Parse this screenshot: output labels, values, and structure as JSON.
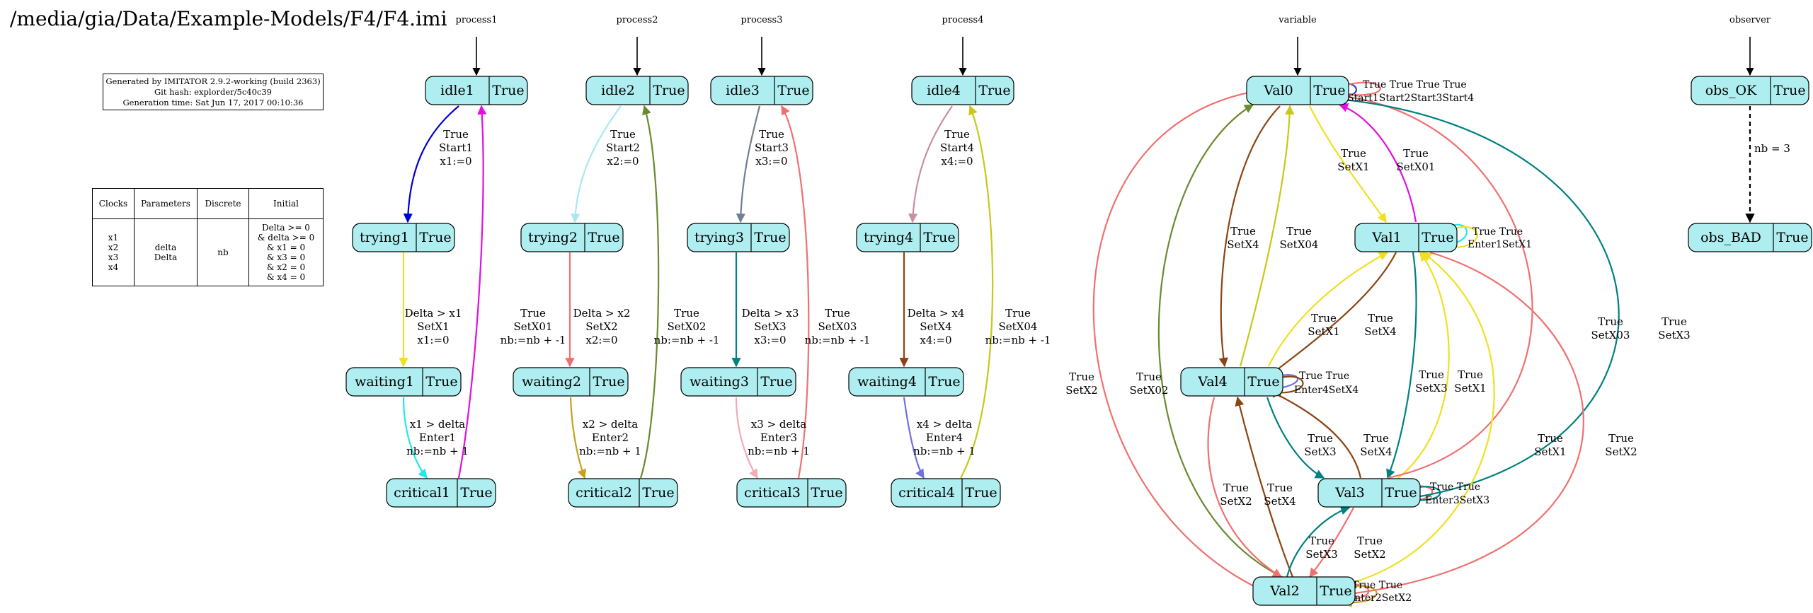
{
  "header": {
    "title": "/media/gia/Data/Example-Models/F4/F4.imi"
  },
  "generator_info": {
    "line1": "Generated by IMITATOR 2.9.2-working (build 2363)",
    "line2": "Git hash: explorder/5c40c39",
    "line3": "Generation time: Sat Jun 17, 2017 00:10:36"
  },
  "variables_table": {
    "headers": [
      "Clocks",
      "Parameters",
      "Discrete",
      "Initial"
    ],
    "clocks": [
      "x1",
      "x2",
      "x3",
      "x4"
    ],
    "parameters": [
      "delta",
      "Delta"
    ],
    "discrete": [
      "nb"
    ],
    "initial": [
      "Delta >= 0",
      "& delta >= 0",
      "& x1 = 0",
      "& x3 = 0",
      "& x2 = 0",
      "& x4 = 0"
    ]
  },
  "automata": [
    {
      "name": "process1"
    },
    {
      "name": "process2"
    },
    {
      "name": "process3"
    },
    {
      "name": "process4"
    },
    {
      "name": "variable"
    },
    {
      "name": "observer"
    }
  ],
  "nodes": [
    {
      "id": "idle1",
      "label": "idle1",
      "invariant": "True"
    },
    {
      "id": "trying1",
      "label": "trying1",
      "invariant": "True"
    },
    {
      "id": "waiting1",
      "label": "waiting1",
      "invariant": "True"
    },
    {
      "id": "critical1",
      "label": "critical1",
      "invariant": "True"
    },
    {
      "id": "idle2",
      "label": "idle2",
      "invariant": "True"
    },
    {
      "id": "trying2",
      "label": "trying2",
      "invariant": "True"
    },
    {
      "id": "waiting2",
      "label": "waiting2",
      "invariant": "True"
    },
    {
      "id": "critical2",
      "label": "critical2",
      "invariant": "True"
    },
    {
      "id": "idle3",
      "label": "idle3",
      "invariant": "True"
    },
    {
      "id": "trying3",
      "label": "trying3",
      "invariant": "True"
    },
    {
      "id": "waiting3",
      "label": "waiting3",
      "invariant": "True"
    },
    {
      "id": "critical3",
      "label": "critical3",
      "invariant": "True"
    },
    {
      "id": "idle4",
      "label": "idle4",
      "invariant": "True"
    },
    {
      "id": "trying4",
      "label": "trying4",
      "invariant": "True"
    },
    {
      "id": "waiting4",
      "label": "waiting4",
      "invariant": "True"
    },
    {
      "id": "critical4",
      "label": "critical4",
      "invariant": "True"
    },
    {
      "id": "Val0",
      "label": "Val0",
      "invariant": "True"
    },
    {
      "id": "Val1",
      "label": "Val1",
      "invariant": "True"
    },
    {
      "id": "Val4",
      "label": "Val4",
      "invariant": "True"
    },
    {
      "id": "Val3",
      "label": "Val3",
      "invariant": "True"
    },
    {
      "id": "Val2",
      "label": "Val2",
      "invariant": "True"
    },
    {
      "id": "obs_OK",
      "label": "obs_OK",
      "invariant": "True"
    },
    {
      "id": "obs_BAD",
      "label": "obs_BAD",
      "invariant": "True"
    }
  ],
  "edge_labels": [
    {
      "id": "p1_start",
      "lines": [
        "True",
        "Start1",
        "x1:=0"
      ]
    },
    {
      "id": "p1_setx",
      "lines": [
        "Delta > x1",
        "SetX1",
        "x1:=0"
      ]
    },
    {
      "id": "p1_enter",
      "lines": [
        "x1 > delta",
        "Enter1",
        "nb:=nb + 1"
      ]
    },
    {
      "id": "p2_start",
      "lines": [
        "True",
        "Start2",
        "x2:=0"
      ]
    },
    {
      "id": "p2_setx0",
      "lines": [
        "True",
        "SetX01",
        "nb:=nb + -1"
      ]
    },
    {
      "id": "p2_setx",
      "lines": [
        "Delta > x2",
        "SetX2",
        "x2:=0"
      ]
    },
    {
      "id": "p2_setx02",
      "lines": [
        "True",
        "SetX02",
        "nb:=nb + -1"
      ]
    },
    {
      "id": "p2_enter",
      "lines": [
        "x2 > delta",
        "Enter2",
        "nb:=nb + 1"
      ]
    },
    {
      "id": "p3_start",
      "lines": [
        "True",
        "Start3",
        "x3:=0"
      ]
    },
    {
      "id": "p3_setx",
      "lines": [
        "Delta > x3",
        "SetX3",
        "x3:=0"
      ]
    },
    {
      "id": "p3_setx03",
      "lines": [
        "True",
        "SetX03",
        "nb:=nb + -1"
      ]
    },
    {
      "id": "p3_enter",
      "lines": [
        "x3 > delta",
        "Enter3",
        "nb:=nb + 1"
      ]
    },
    {
      "id": "p4_start",
      "lines": [
        "True",
        "Start4",
        "x4:=0"
      ]
    },
    {
      "id": "p4_setx",
      "lines": [
        "Delta > x4",
        "SetX4",
        "x4:=0"
      ]
    },
    {
      "id": "p4_setx04",
      "lines": [
        "True",
        "SetX04",
        "nb:=nb + -1"
      ]
    },
    {
      "id": "p4_enter",
      "lines": [
        "x4 > delta",
        "Enter4",
        "nb:=nb + 1"
      ]
    },
    {
      "id": "v0_loop_true",
      "lines": [
        "True",
        "True",
        "True",
        "True"
      ]
    },
    {
      "id": "v0_loop_starts",
      "lines": [
        "Start1",
        "Start2",
        "Start3",
        "Start4"
      ]
    },
    {
      "id": "v0_v1",
      "lines": [
        "True",
        "SetX1"
      ]
    },
    {
      "id": "v1_v0",
      "lines": [
        "True",
        "SetX01"
      ]
    },
    {
      "id": "v1_loop",
      "lines": [
        "True",
        "True",
        "Enter1",
        "SetX1"
      ]
    },
    {
      "id": "v0_v4",
      "lines": [
        "True",
        "SetX4"
      ]
    },
    {
      "id": "v4_v0",
      "lines": [
        "True",
        "SetX04"
      ]
    },
    {
      "id": "v4_v1",
      "lines": [
        "True",
        "SetX1"
      ]
    },
    {
      "id": "v1_v4",
      "lines": [
        "True",
        "SetX4"
      ]
    },
    {
      "id": "v4_loop",
      "lines": [
        "True",
        "True",
        "Enter4",
        "SetX4"
      ]
    },
    {
      "id": "v1_v3",
      "lines": [
        "True",
        "SetX3"
      ]
    },
    {
      "id": "v3_v1",
      "lines": [
        "True",
        "SetX1"
      ]
    },
    {
      "id": "v4_v3",
      "lines": [
        "True",
        "SetX3"
      ]
    },
    {
      "id": "v3_v4",
      "lines": [
        "True",
        "SetX4"
      ]
    },
    {
      "id": "v3_loop",
      "lines": [
        "True",
        "True",
        "Enter3",
        "SetX3"
      ]
    },
    {
      "id": "v0_v2",
      "lines": [
        "True",
        "SetX2"
      ]
    },
    {
      "id": "v2_v0",
      "lines": [
        "True",
        "SetX02"
      ]
    },
    {
      "id": "v4_v2",
      "lines": [
        "True",
        "SetX2"
      ]
    },
    {
      "id": "v2_v4",
      "lines": [
        "True",
        "SetX4"
      ]
    },
    {
      "id": "v2_v3",
      "lines": [
        "True",
        "SetX3"
      ]
    },
    {
      "id": "v3_v2",
      "lines": [
        "True",
        "SetX2"
      ]
    },
    {
      "id": "v3_v0",
      "lines": [
        "True",
        "SetX03"
      ]
    },
    {
      "id": "v0_v3",
      "lines": [
        "True",
        "SetX3"
      ]
    },
    {
      "id": "v2_v1a",
      "lines": [
        "True",
        "SetX1"
      ]
    },
    {
      "id": "v1_v2",
      "lines": [
        "True",
        "SetX2"
      ]
    },
    {
      "id": "v2_loop",
      "lines": [
        "True",
        "True",
        "Enter2",
        "SetX2"
      ]
    },
    {
      "id": "obs",
      "lines": [
        "nb = 3"
      ]
    }
  ],
  "colors": {
    "node_fill": "#aeeef0",
    "blue": "#0000cc",
    "magenta": "#e010e0",
    "yellow": "#f0e020",
    "cyan": "#20e8e8",
    "pink_light": "#f4aab8",
    "salmon": "#f07070",
    "olive": "#6a8a30",
    "gold": "#c8a020",
    "light_cyan": "#a8e8f0",
    "slate": "#708090",
    "teal": "#008080",
    "rosy": "#c890a0",
    "brown": "#8b4513",
    "mediumpurple": "#7070e0",
    "khaki": "#c8c818"
  }
}
